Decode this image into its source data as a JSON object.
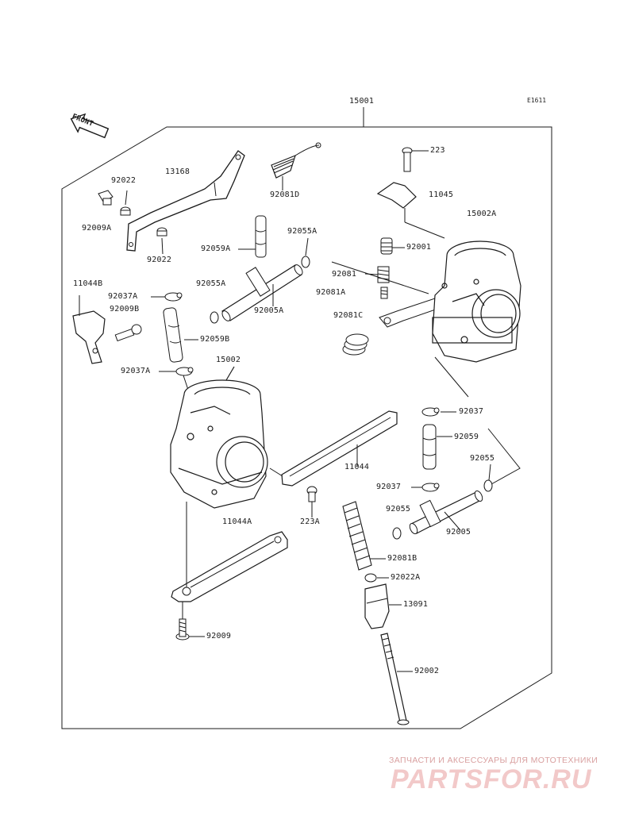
{
  "ref_code": "E1611",
  "front_label": "FRONT",
  "parts": {
    "p15001": "15001",
    "p223": "223",
    "p11045": "11045",
    "p15002A": "15002A",
    "p92022_top": "92022",
    "p13168": "13168",
    "p92081D": "92081D",
    "p92009A": "92009A",
    "p92022_bot": "92022",
    "p92055A_top": "92055A",
    "p92059A": "92059A",
    "p92001": "92001",
    "p92081": "92081",
    "p11044B": "11044B",
    "p92055A": "92055A",
    "p92081A": "92081A",
    "p92037A_top": "92037A",
    "p92005A": "92005A",
    "p92009B": "92009B",
    "p92081C": "92081C",
    "p92059B": "92059B",
    "p92037A_bot": "92037A",
    "p15002": "15002",
    "p92037_top": "92037",
    "p92059": "92059",
    "p11044": "11044",
    "p92055_right": "92055",
    "p92037_bot": "92037",
    "p92055_left": "92055",
    "p223A": "223A",
    "p11044A": "11044A",
    "p92005": "92005",
    "p92081B": "92081B",
    "p92022A": "92022A",
    "p13091": "13091",
    "p92009": "92009",
    "p92002": "92002"
  },
  "watermark": {
    "tagline": "ЗАПЧАСТИ И АКСЕССУАРЫ ДЛЯ МОТОТЕХНИКИ",
    "brand": "PARTSFOR.RU"
  },
  "colors": {
    "line": "#1a1a1a",
    "watermark_logo": "#f2c9c9",
    "watermark_text": "#d9a0a0"
  }
}
